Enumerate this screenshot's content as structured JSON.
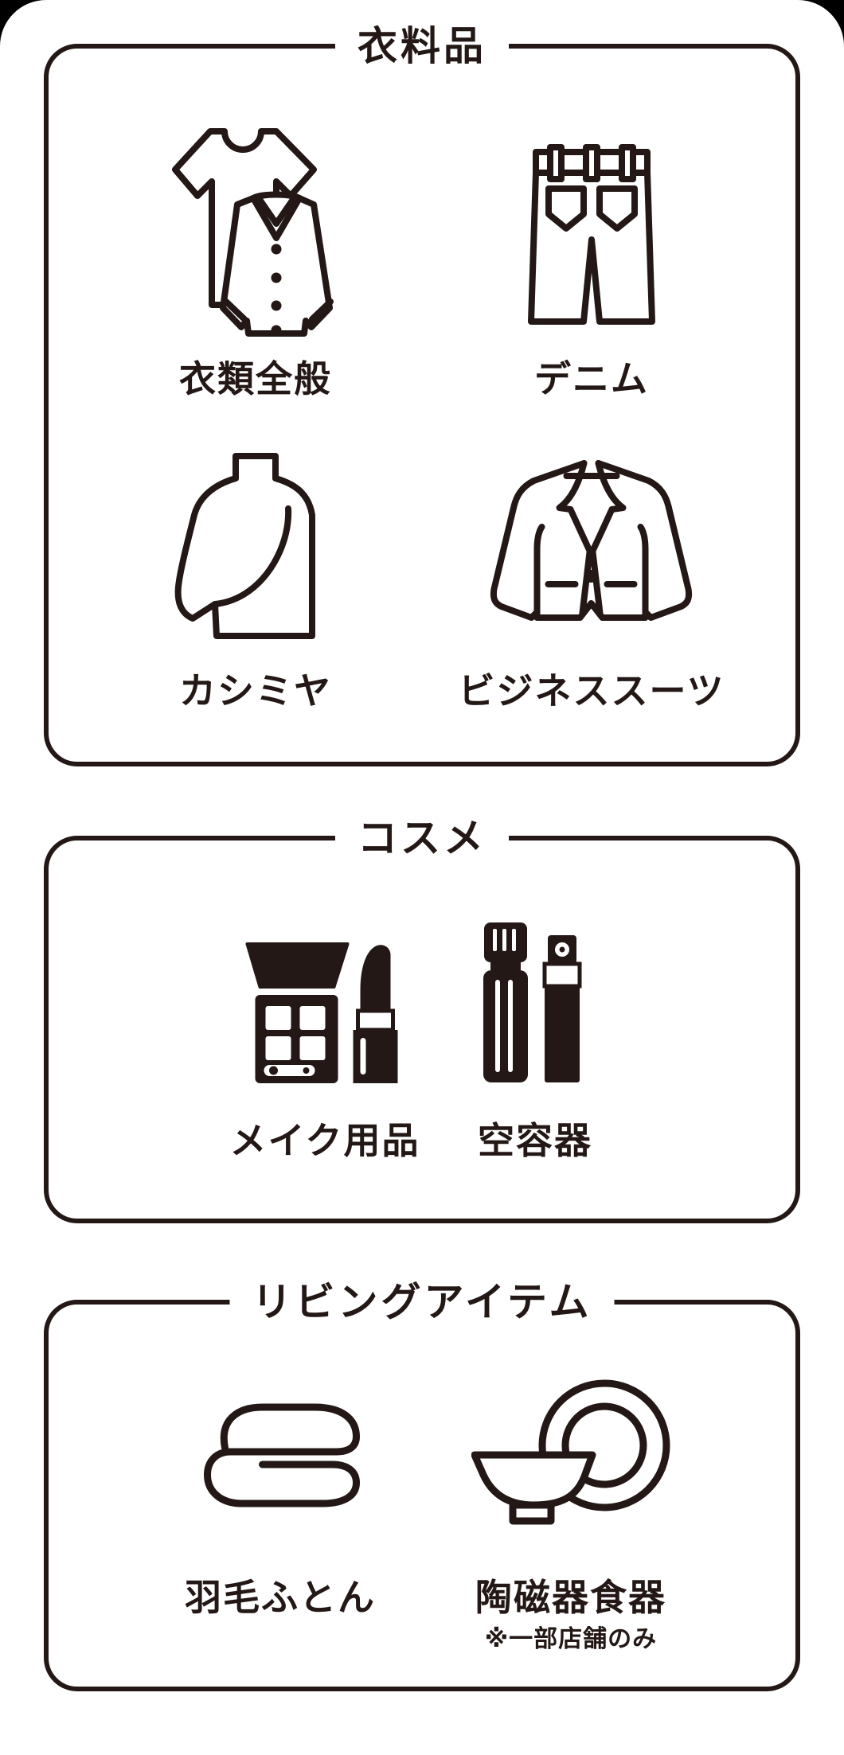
{
  "page": {
    "ink_color": "#231815",
    "background_color": "#ffffff",
    "outer_background_color": "#000000"
  },
  "sections": [
    {
      "title": "衣料品",
      "items": [
        {
          "label": "衣類全般",
          "icon": "clothing-general"
        },
        {
          "label": "デニム",
          "icon": "denim"
        },
        {
          "label": "カシミヤ",
          "icon": "cashmere"
        },
        {
          "label": "ビジネススーツ",
          "icon": "business-suit"
        }
      ]
    },
    {
      "title": "コスメ",
      "items": [
        {
          "label": "メイク用品",
          "icon": "makeup-items"
        },
        {
          "label": "空容器",
          "icon": "empty-containers"
        }
      ]
    },
    {
      "title": "リビングアイテム",
      "items": [
        {
          "label": "羽毛ふとん",
          "icon": "down-futon"
        },
        {
          "label": "陶磁器食器",
          "note": "※一部店舗のみ",
          "icon": "ceramic-tableware"
        }
      ]
    }
  ]
}
